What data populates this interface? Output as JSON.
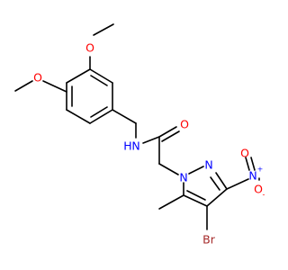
{
  "molecule": {
    "labels": {
      "o_methoxy_top": "O",
      "o_methoxy_left": "O",
      "n_amide": "N",
      "h_amide": "H",
      "o_carbonyl": "O",
      "n1_pyrazole": "N",
      "n2_pyrazole": "N",
      "n_nitro": "N",
      "n_nitro_charge": "+",
      "o_nitro_top": "O",
      "o_nitro_right": "O",
      "o_nitro_charge": "-",
      "br": "Br"
    },
    "colors": {
      "carbon_bond": "#000000",
      "oxygen": "#ff0000",
      "nitrogen": "#0000ff",
      "bromine": "#a52a2a"
    }
  }
}
